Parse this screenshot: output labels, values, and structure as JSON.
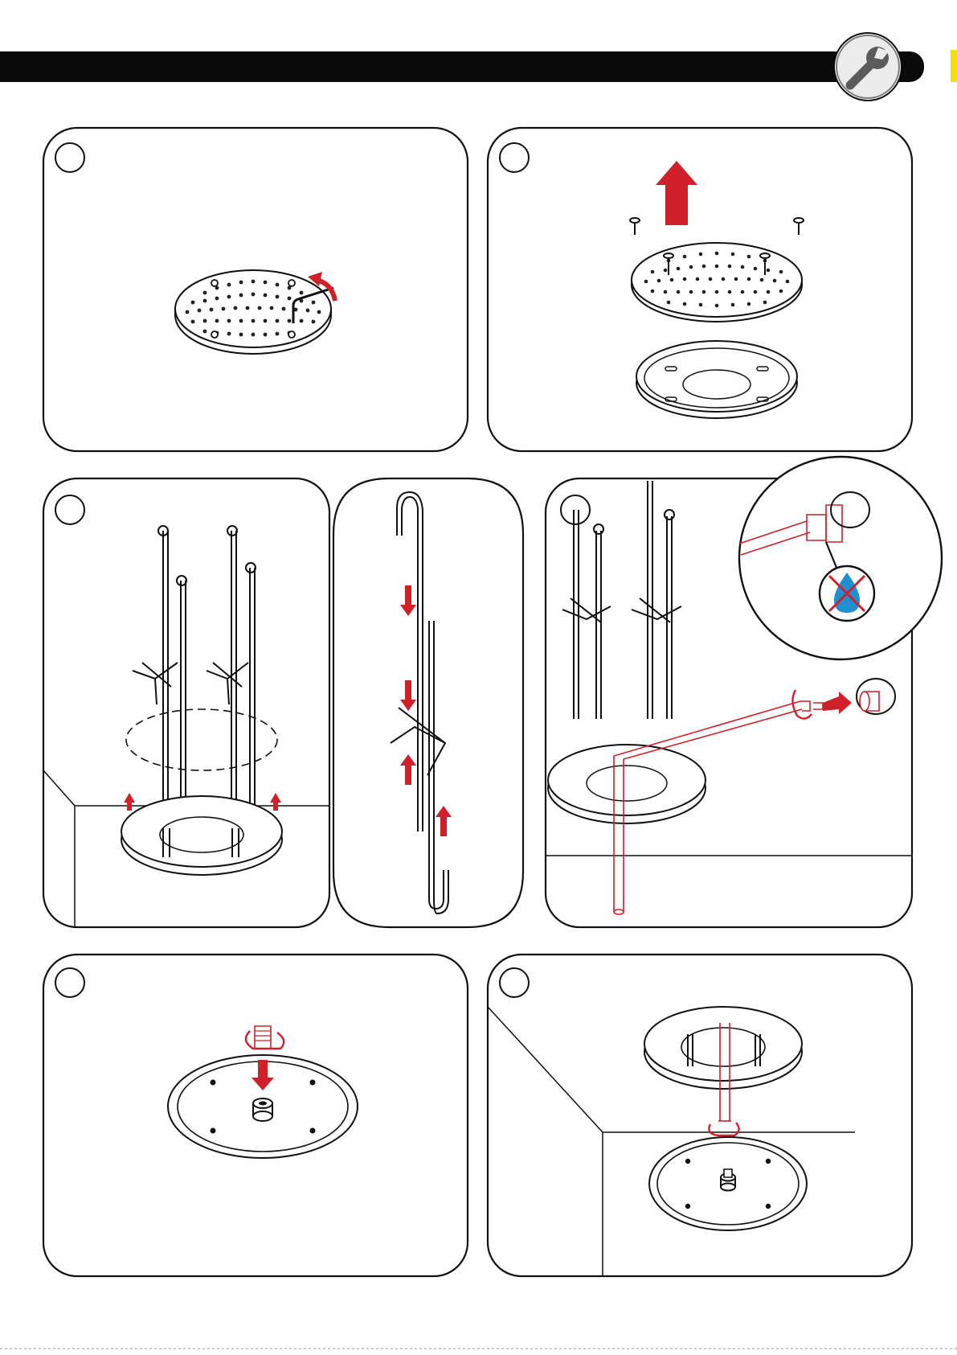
{
  "header": {
    "bar_color": "#0a0a0a",
    "badge_icon": "wrench-icon"
  },
  "colors": {
    "accent": "#d0202a",
    "ink": "#111111",
    "water": "#1e8fcf"
  },
  "panels": [
    {
      "id": "step-remove-screws",
      "icon": "hex-key-icon"
    },
    {
      "id": "step-lift-plate",
      "icon": "arrow-up-icon"
    },
    {
      "id": "step-hang-rods",
      "icon": "hanging-rod-icon"
    },
    {
      "id": "step-hook-detail",
      "icon": "hook-icon"
    },
    {
      "id": "step-connect-hose",
      "icon": "hose-icon"
    },
    {
      "id": "step-screw-nipple",
      "icon": "nipple-icon"
    },
    {
      "id": "step-attach-plate",
      "icon": "base-plate-icon"
    }
  ],
  "inset": {
    "icon": "no-water-icon"
  }
}
